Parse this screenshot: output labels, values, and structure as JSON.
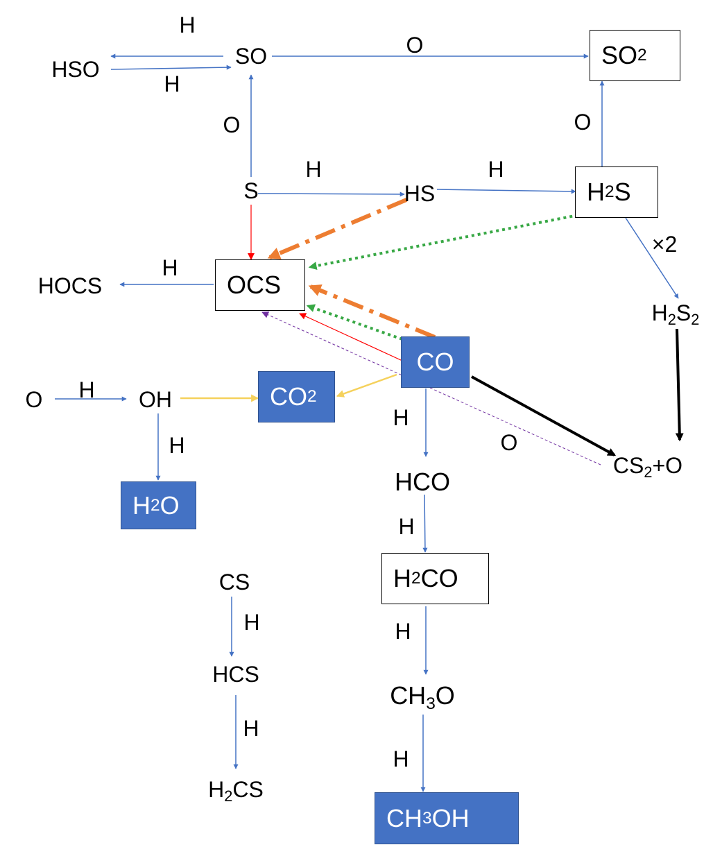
{
  "species": {
    "hso": "HSO",
    "so": "SO",
    "so2": {
      "base": "SO",
      "sub": "2"
    },
    "s": "S",
    "hs": "HS",
    "h2s": {
      "pre": "H",
      "sub": "2",
      "post": "S"
    },
    "ocs": "OCS",
    "hocs": "HOCS",
    "h2s2": {
      "pre": "H",
      "sub1": "2",
      "mid": "S",
      "sub2": "2"
    },
    "co": "CO",
    "co2": {
      "base": "CO",
      "sub": "2"
    },
    "o": "O",
    "oh": "OH",
    "h2o": {
      "pre": "H",
      "sub": "2",
      "post": "O"
    },
    "cs2_o": {
      "pre": "CS",
      "sub": "2",
      "post": "+O"
    },
    "hco": "HCO",
    "h2co": {
      "pre": "H",
      "sub": "2",
      "post": "CO"
    },
    "ch3o": {
      "pre": "CH",
      "sub": "3",
      "post": "O"
    },
    "ch3oh": {
      "pre": "CH",
      "sub": "3",
      "post": "OH"
    },
    "cs": "CS",
    "hcs": "HCS",
    "h2cs": {
      "pre": "H",
      "sub": "2",
      "post": "CS"
    }
  },
  "reactants": {
    "so_to_hso": "H",
    "hso_to_so": "H",
    "so_to_so2": "O",
    "s_to_so": "O",
    "h2s_to_so2": "O",
    "s_to_hs": "H",
    "hs_to_h2s": "H",
    "h2s_dimer": "×2",
    "ocs_to_hocs": "H",
    "o_to_oh": "H",
    "oh_to_h2o": "H",
    "co_to_hco": "H",
    "cs2_to_ocs": "O",
    "hco_to_h2co": "H",
    "h2co_to_ch3o": "H",
    "ch3o_to_ch3oh": "H",
    "cs_to_hcs": "H",
    "hcs_to_h2cs": "H"
  },
  "colors": {
    "default_arrow": "#4472c4",
    "red": "#ff0000",
    "orange": "#ed7d31",
    "green": "#38a845",
    "yellow": "#f5d15c",
    "purple": "#7030a0",
    "black": "#000000",
    "highlight_box": "#4472c4"
  }
}
